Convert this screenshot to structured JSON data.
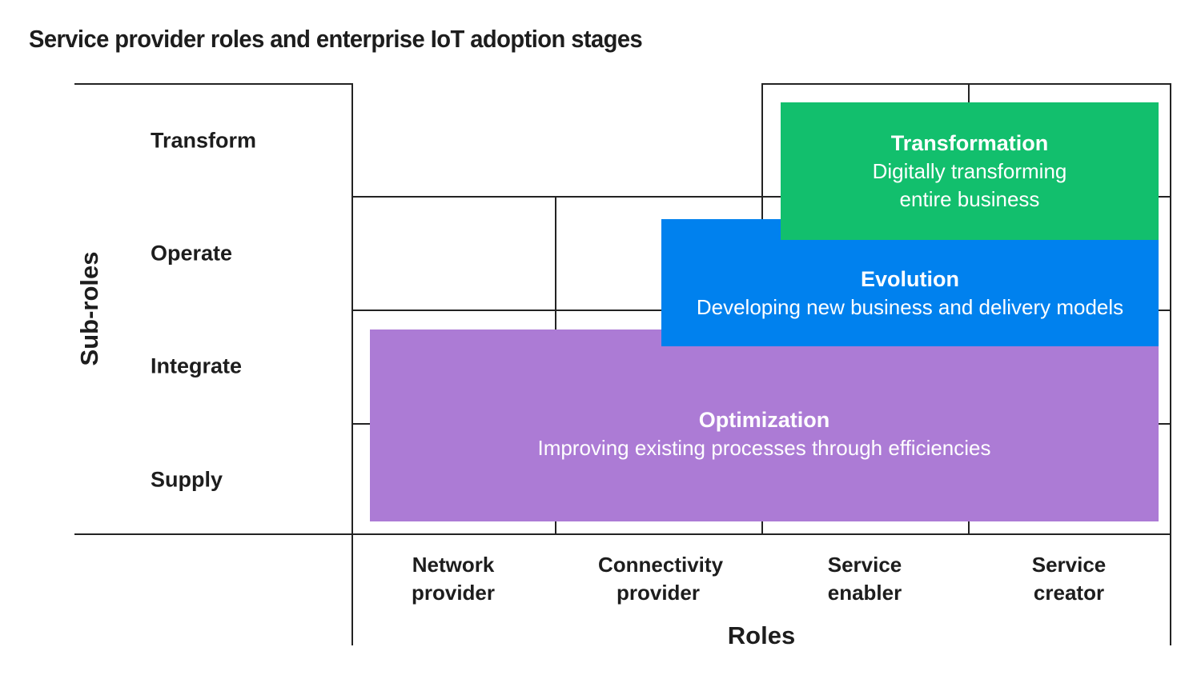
{
  "chart_data": {
    "type": "area",
    "title": "Service provider roles and enterprise IoT adoption stages",
    "x_axis_title": "Roles",
    "y_axis_title": "Sub-roles",
    "x_categories": [
      "Network provider",
      "Connectivity provider",
      "Service enabler",
      "Service creator"
    ],
    "y_categories_top_to_bottom": [
      "Transform",
      "Operate",
      "Integrate",
      "Supply"
    ],
    "grid": true,
    "legend": false,
    "line_color": "#232323",
    "text_color": "#1d1d1d",
    "block_text_color": "#ffffff",
    "blocks": [
      {
        "name": "Optimization",
        "description_lines": [
          "Improving existing processes through efficiencies"
        ],
        "color": "#ac7bd5",
        "x_range": {
          "from": "Network provider",
          "to": "Service creator"
        },
        "y_range": {
          "from": "Supply",
          "to": "Integrate"
        }
      },
      {
        "name": "Evolution",
        "description_lines": [
          "Developing new business and delivery models"
        ],
        "color": "#0081ee",
        "x_range": {
          "from": "Connectivity provider",
          "to": "Service creator"
        },
        "y_range": {
          "from": "Integrate",
          "to": "Operate"
        }
      },
      {
        "name": "Transformation",
        "description_lines": [
          "Digitally transforming",
          "entire business"
        ],
        "color": "#12bf6d",
        "x_range": {
          "from": "Service enabler",
          "to": "Service creator"
        },
        "y_range": {
          "from": "Operate",
          "to": "Transform"
        }
      }
    ]
  }
}
